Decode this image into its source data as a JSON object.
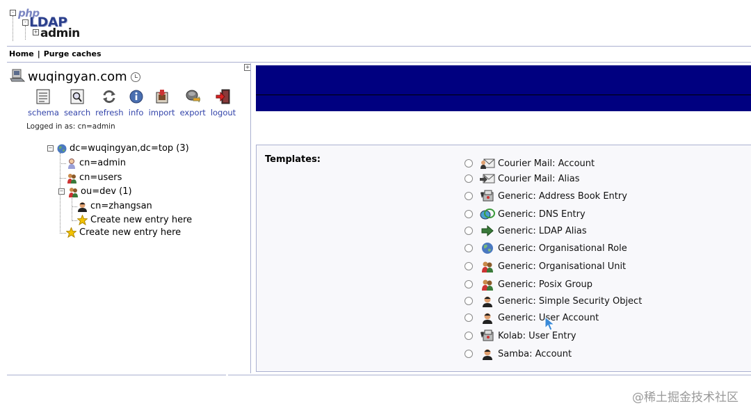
{
  "logo": {
    "php": "php",
    "ldap": "LDAP",
    "admin": "admin"
  },
  "menu": {
    "home": "Home",
    "separator": "|",
    "purge": "Purge caches"
  },
  "server": {
    "name": "wuqingyan.com",
    "icon": "server-icon"
  },
  "toolbar": [
    {
      "label": "schema",
      "icon": "schema-icon"
    },
    {
      "label": "search",
      "icon": "search-icon"
    },
    {
      "label": "refresh",
      "icon": "refresh-icon"
    },
    {
      "label": "info",
      "icon": "info-icon"
    },
    {
      "label": "import",
      "icon": "import-icon"
    },
    {
      "label": "export",
      "icon": "export-icon"
    },
    {
      "label": "logout",
      "icon": "logout-icon"
    }
  ],
  "login": {
    "prefix": "Logged in as: ",
    "user": "cn=admin"
  },
  "tree": {
    "root": "dc=wuqingyan,dc=top (3)",
    "admin": "cn=admin",
    "users": "cn=users",
    "dev": "ou=dev (1)",
    "zhangsan": "cn=zhangsan",
    "create_child": "Create new entry here",
    "create_root": "Create new entry here"
  },
  "templates": {
    "label": "Templates:",
    "items": [
      {
        "label": "Courier Mail: Account",
        "icon": "mail-account-icon"
      },
      {
        "label": "Courier Mail: Alias",
        "icon": "mail-alias-icon"
      },
      {
        "label": "Generic: Address Book Entry",
        "icon": "address-book-icon"
      },
      {
        "label": "Generic: DNS Entry",
        "icon": "dns-icon"
      },
      {
        "label": "Generic: LDAP Alias",
        "icon": "alias-arrow-icon"
      },
      {
        "label": "Generic: Organisational Role",
        "icon": "globe-icon"
      },
      {
        "label": "Generic: Organisational Unit",
        "icon": "group-icon"
      },
      {
        "label": "Generic: Posix Group",
        "icon": "group-icon"
      },
      {
        "label": "Generic: Simple Security Object",
        "icon": "user-icon"
      },
      {
        "label": "Generic: User Account",
        "icon": "user-icon"
      },
      {
        "label": "Kolab: User Entry",
        "icon": "address-book-icon"
      },
      {
        "label": "Samba: Account",
        "icon": "user-icon"
      }
    ]
  },
  "watermark": "@稀土掘金技术社区",
  "colors": {
    "banner": "#000080",
    "link": "#3344aa",
    "divider": "#aab0d0"
  }
}
